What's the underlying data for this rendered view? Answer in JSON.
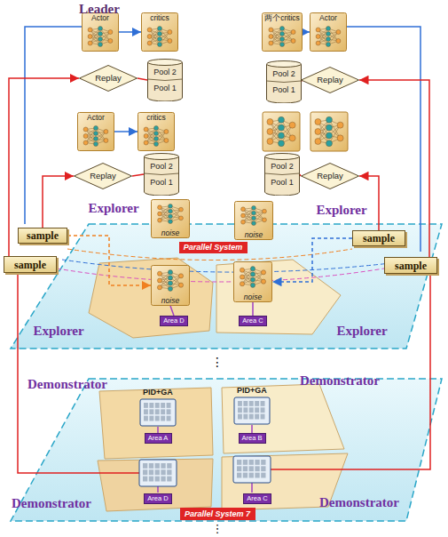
{
  "diagram": {
    "nodes": [
      {
        "text": [
          "Actor"
        ]
      },
      {
        "text": [
          "critics"
        ]
      },
      {
        "text": [
          "两个critics"
        ]
      },
      {
        "text": [
          "Actor"
        ]
      },
      {
        "text": [
          "Replay"
        ]
      },
      {
        "text": [
          "Pool 2",
          "Pool 1"
        ]
      },
      {
        "text": [
          "Pool 2",
          "Pool 1"
        ]
      },
      {
        "text": [
          "Replay"
        ]
      },
      {
        "text": [
          "Actor"
        ]
      },
      {
        "text": [
          "critics"
        ]
      },
      {
        "text": [
          "Replay"
        ]
      },
      {
        "text": [
          "Pool 2",
          "Pool 1"
        ]
      },
      {
        "text": [
          "Pool 2",
          "Pool 1"
        ]
      },
      {
        "text": [
          "Replay"
        ]
      },
      {
        "text": [
          "noise"
        ]
      },
      {
        "text": [
          "noise"
        ]
      },
      {
        "text": [
          "sample"
        ]
      },
      {
        "text": [
          "sample"
        ]
      },
      {
        "text": [
          "sample"
        ]
      },
      {
        "text": [
          "sample"
        ]
      },
      {
        "text": [
          "Parallel System"
        ]
      },
      {
        "text": [
          "noise"
        ]
      },
      {
        "text": [
          "noise"
        ]
      },
      {
        "text": [
          "Area D"
        ]
      },
      {
        "text": [
          "Area C"
        ]
      },
      {
        "text": [
          "PID+GA"
        ]
      },
      {
        "text": [
          "PID+GA"
        ]
      },
      {
        "text": [
          "Area A"
        ]
      },
      {
        "text": [
          "Area B"
        ]
      },
      {
        "text": [
          "Area D"
        ]
      },
      {
        "text": [
          "Area C"
        ]
      },
      {
        "text": [
          "Parallel System 7"
        ]
      }
    ],
    "edges": [
      {
        "from": 0,
        "to": 1,
        "arrow": "to"
      },
      {
        "from": 2,
        "to": 3,
        "arrow": "to"
      },
      {
        "from": 4,
        "to": 5,
        "arrow": "none"
      },
      {
        "from": 7,
        "to": 6,
        "arrow": "none"
      },
      {
        "from": 8,
        "to": 9,
        "arrow": "to"
      },
      {
        "from": 10,
        "to": 11,
        "arrow": "none"
      },
      {
        "from": 13,
        "to": 12,
        "arrow": "none"
      },
      {
        "from": 21,
        "to": 23,
        "arrow": "none"
      },
      {
        "from": 22,
        "to": 24,
        "arrow": "none"
      },
      {
        "from": 25,
        "to": 27,
        "arrow": "none"
      },
      {
        "from": 26,
        "to": 28,
        "arrow": "none"
      },
      {
        "from": 18,
        "to": 4,
        "arrow": "to"
      },
      {
        "from": 16,
        "to": 10,
        "arrow": "to"
      },
      {
        "from": 17,
        "to": 13,
        "arrow": "to"
      },
      {
        "from": 19,
        "to": 7,
        "arrow": "to"
      },
      {
        "from": 16,
        "to": 21,
        "arrow": "to"
      },
      {
        "from": 17,
        "to": 22,
        "arrow": "to"
      }
    ],
    "labels": [
      "Leader",
      "Explorer",
      "Explorer",
      "Explorer",
      "Explorer",
      "⋮",
      "Demonstrator",
      "Demonstrator",
      "Demonstrator",
      "Demonstrator",
      "⋮"
    ]
  }
}
